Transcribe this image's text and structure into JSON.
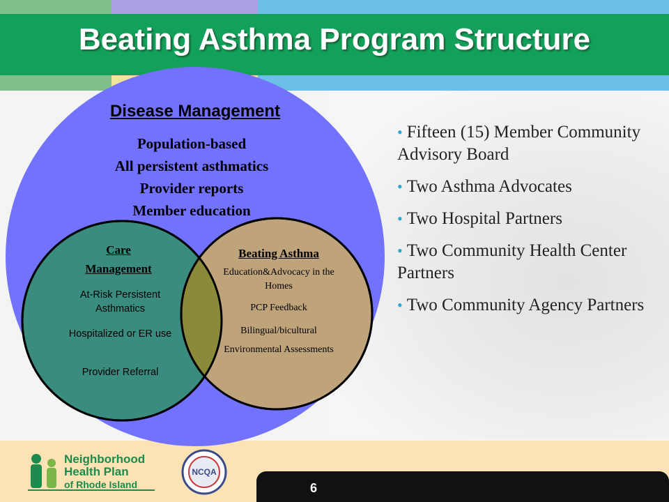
{
  "slide": {
    "title": "Beating Asthma Program Structure",
    "page_number": "6"
  },
  "colors": {
    "title_bar": "#12a05a",
    "outer_circle": "#7272ff",
    "care_circle": "#3a8c7e",
    "beating_circle": "#bfa37a",
    "overlap": "#8a8a3a",
    "bullet_dot": "#2aa8cf",
    "bottom_strip": "#fbe3b3"
  },
  "disease_management": {
    "title": "Disease Management",
    "lines": [
      "Population-based",
      "All persistent asthmatics",
      "Provider reports",
      "Member education"
    ]
  },
  "care_management": {
    "title_line1": "Care",
    "title_line2": "Management",
    "items": [
      "At-Risk Persistent Asthmatics",
      "Hospitalized or ER use",
      "Provider Referral"
    ]
  },
  "beating_asthma": {
    "title": "Beating Asthma",
    "items": [
      "Education&Advocacy in the Homes",
      "PCP Feedback",
      "Bilingual/bicultural",
      "Environmental Assessments"
    ]
  },
  "bullets": [
    "Fifteen (15) Member Community Advisory Board",
    "Two Asthma Advocates",
    "Two Hospital Partners",
    "Two Community Health Center Partners",
    "Two Community Agency Partners"
  ],
  "logos": {
    "nhp_line1": "Neighborhood",
    "nhp_line2": "Health Plan",
    "nhp_line3": "of Rhode Island",
    "ncqa": "NCQA"
  }
}
